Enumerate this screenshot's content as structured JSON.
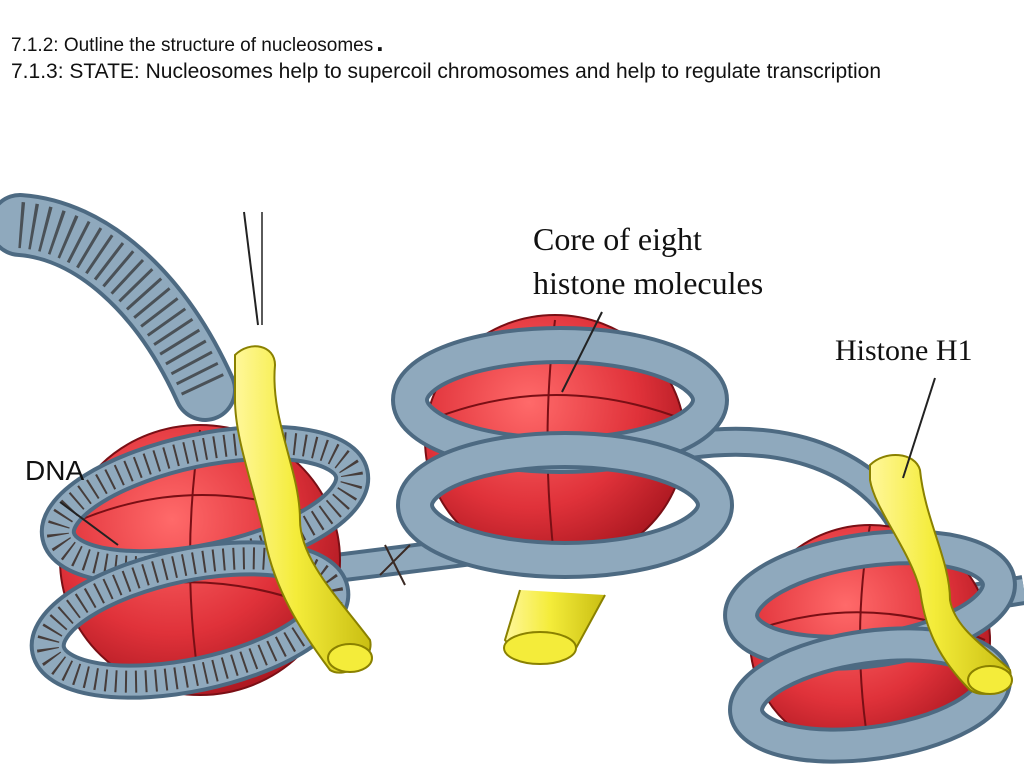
{
  "slide": {
    "objective_1": "7.1.2: Outline the structure of nucleosomes",
    "objective_1_dot": ".",
    "objective_2": "7.1.3: STATE: Nucleosomes help to supercoil chromosomes and help to regulate transcription"
  },
  "diagram": {
    "labels": {
      "core_line1": "Core of eight",
      "core_line2": "histone molecules",
      "histone_h1": "Histone H1",
      "dna": "DNA"
    },
    "colors": {
      "histone_core": "#e0323a",
      "histone_h1": "#f4ec3a",
      "dna_strand": "#7f9cb3",
      "dna_helix": "#3a2a24"
    }
  }
}
